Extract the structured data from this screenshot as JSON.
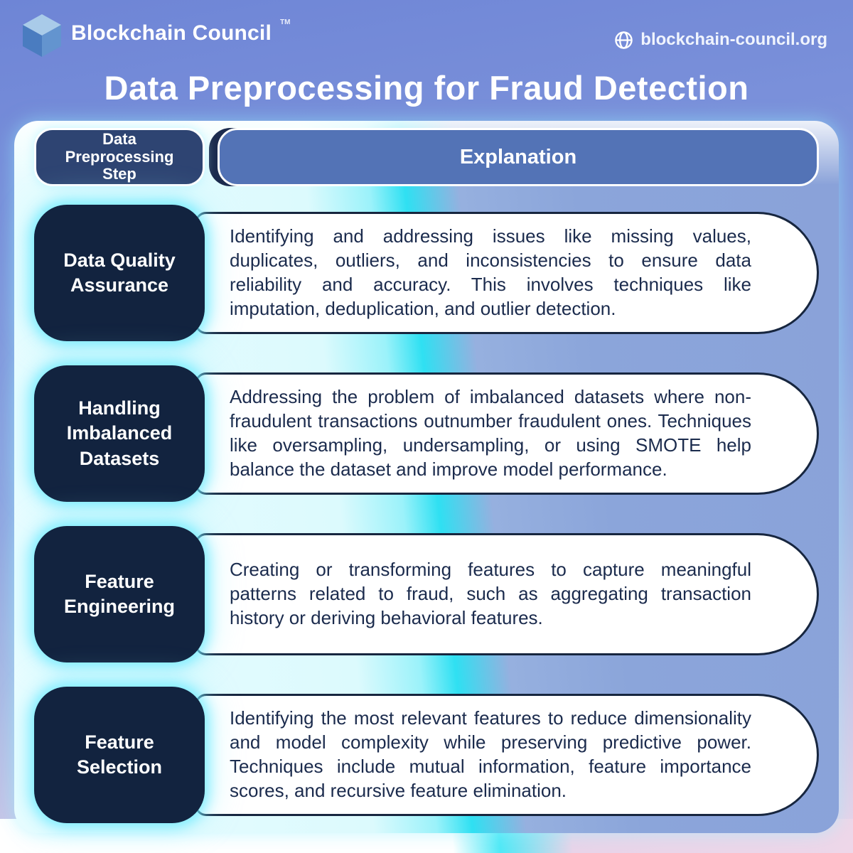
{
  "header": {
    "brand": "Blockchain Council",
    "trademark": "TM",
    "website": "blockchain-council.org",
    "title": "Data Preprocessing for Fraud Detection"
  },
  "table": {
    "step_header": "Data Preprocessing Step",
    "explanation_header": "Explanation",
    "rows": [
      {
        "step": "Data Quality Assurance",
        "explanation": "Identifying and addressing issues like missing values, duplicates, outliers, and inconsistencies to ensure data reliability and accuracy. This involves techniques like imputation, deduplication, and outlier detection."
      },
      {
        "step": "Handling Imbalanced Datasets",
        "explanation": "Addressing the problem of imbalanced datasets where non-fraudulent transactions outnumber fraudulent ones. Techniques like oversampling, undersampling, or using SMOTE help balance the dataset and improve model performance."
      },
      {
        "step": "Feature Engineering",
        "explanation": "Creating or transforming features to capture meaningful patterns related to fraud, such as aggregating transaction history or deriving behavioral features."
      },
      {
        "step": "Feature Selection",
        "explanation": "Identifying the most relevant features to reduce dimensionality and model complexity while preserving predictive power. Techniques include mutual information, feature importance scores, and recursive feature elimination."
      }
    ]
  },
  "icons": {
    "logo": "cube-icon",
    "website": "globe-icon"
  },
  "colors": {
    "background_periwinkle": "#6e85d6",
    "accent_cyan": "#2fe0f2",
    "navy_pill": "#12233f",
    "header_step_navy": "#2e4472",
    "header_explanation_blue": "#5373b6",
    "body_text_navy": "#1b2b4d",
    "bottom_pink": "#eed7e9",
    "white": "#ffffff"
  }
}
